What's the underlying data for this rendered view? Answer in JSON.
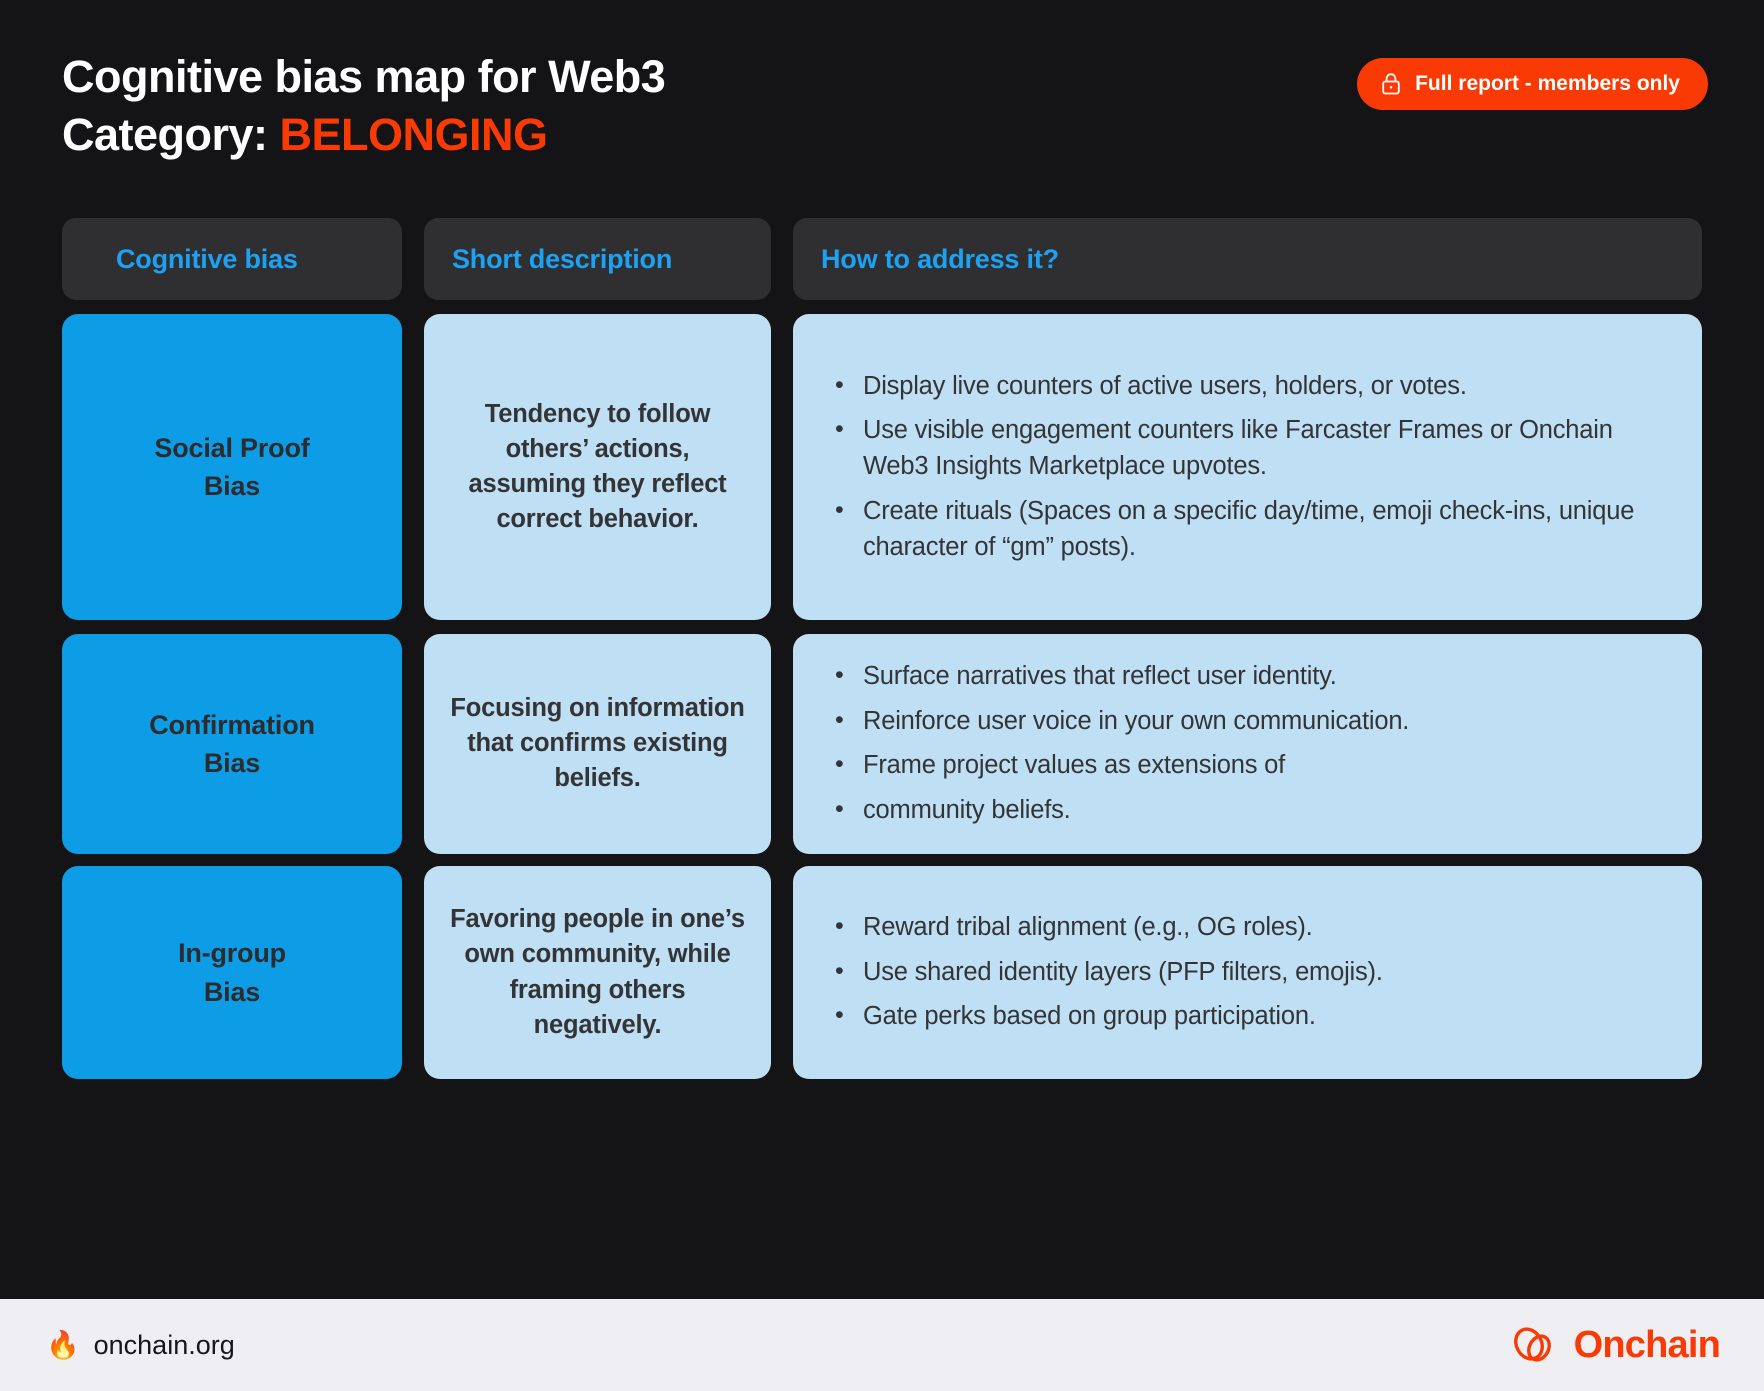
{
  "header": {
    "title_line1": "Cognitive bias map for Web3",
    "title_line2_prefix": "Category: ",
    "category": "BELONGING",
    "badge_label": "Full report - members only",
    "badge_icon": "lock-icon",
    "accent_color": "#F93A05",
    "title_color": "#ffffff"
  },
  "table": {
    "columns": [
      "Cognitive bias",
      "Short description",
      "How to address it?"
    ],
    "header_text_color": "#1DA1F2",
    "header_bg_color": "#2F2F31",
    "bias_bg_color": "#0C9DE6",
    "cell_bg_color": "#BFDFF4",
    "rows": [
      {
        "bias": "Social Proof\nBias",
        "bias_line1": "Social Proof",
        "bias_line2": "Bias",
        "description": "Tendency to follow others’ actions, assuming they reflect correct behavior.",
        "actions": [
          "Display live counters of active users, holders, or votes.",
          "Use visible engagement counters like Farcaster Frames or Onchain Web3 Insights Marketplace upvotes.",
          "Create rituals (Spaces on a specific day/time, emoji check-ins, unique character of “gm” posts)."
        ]
      },
      {
        "bias_line1": "Confirmation",
        "bias_line2": "Bias",
        "description": "Focusing on information that confirms existing beliefs.",
        "actions": [
          "Surface narratives that reflect user identity.",
          "Reinforce user voice in your own communication.",
          "Frame project values as extensions of",
          "community beliefs."
        ]
      },
      {
        "bias_line1": "In-group",
        "bias_line2": "Bias",
        "description": "Favoring people in one’s own community, while framing others negatively.",
        "actions": [
          "Reward tribal alignment (e.g., OG roles).",
          "Use shared identity layers (PFP filters, emojis).",
          "Gate perks based on group participation."
        ]
      }
    ]
  },
  "footer": {
    "flame_icon": "🔥",
    "url": "onchain.org",
    "brand": "Onchain",
    "brand_color": "#F93A05",
    "bg_color": "#EFEFF3"
  }
}
